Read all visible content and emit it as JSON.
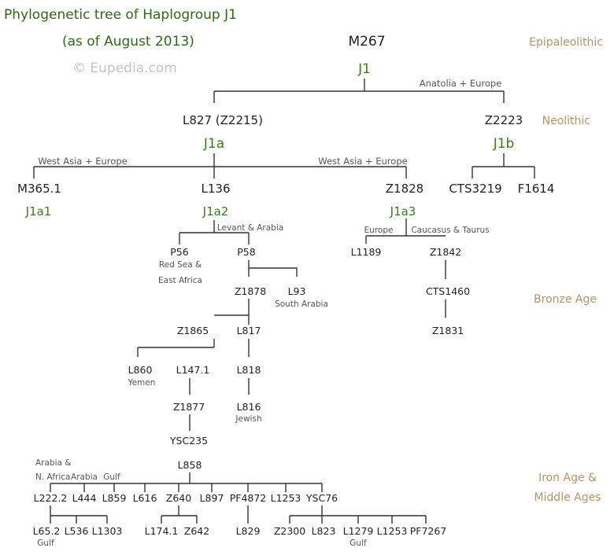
{
  "title": "Phylogenetic tree of Haplogroup J1",
  "subtitle": "(as of August 2013)",
  "copyright": "© Eupedia.com",
  "colors": {
    "title": "#2d6a12",
    "haplogroup": "#3d7d16",
    "period": "#b89463",
    "node": "#222222",
    "region": "#555555",
    "copyright": "#c4c4c4",
    "line": "#333333"
  },
  "periods": {
    "epipaleolithic": "Epipaleolithic",
    "neolithic": "Neolithic",
    "bronze_age": "Bronze Age",
    "iron_age": "Iron Age &",
    "middle_ages": "Middle Ages"
  },
  "haplogroups": {
    "j1": "J1",
    "j1a": "J1a",
    "j1b": "J1b",
    "j1a1": "J1a1",
    "j1a2": "J1a2",
    "j1a3": "J1a3"
  },
  "regions": {
    "anatolia_europe": "Anatolia + Europe",
    "west_asia_europe_left": "West Asia + Europe",
    "west_asia_europe_right": "West Asia + Europe",
    "levant_arabia": "Levant & Arabia",
    "europe": "Europe",
    "caucasus_taurus": "Caucasus & Taurus",
    "red_sea_1": "Red Sea &",
    "red_sea_2": "East Africa",
    "south_arabia": "South Arabia",
    "yemen": "Yemen",
    "jewish": "Jewish",
    "arabia_n_africa_1": "Arabia &",
    "arabia_n_africa_2": "N. Africa",
    "arabia": "Arabia",
    "gulf_l859": "Gulf",
    "gulf_l652": "Gulf",
    "gulf_l1279": "Gulf"
  },
  "nodes": {
    "M267": "M267",
    "L827": "L827 (Z2215)",
    "Z2223": "Z2223",
    "M365_1": "M365.1",
    "L136": "L136",
    "Z1828": "Z1828",
    "CTS3219": "CTS3219",
    "F1614": "F1614",
    "P56": "P56",
    "P58": "P58",
    "L1189": "L1189",
    "Z1842": "Z1842",
    "Z1878": "Z1878",
    "L93": "L93",
    "CTS1460": "CTS1460",
    "Z1865": "Z1865",
    "L817": "L817",
    "Z1831": "Z1831",
    "L860": "L860",
    "L147_1": "L147.1",
    "L818": "L818",
    "Z1877": "Z1877",
    "L816": "L816",
    "YSC235": "YSC235",
    "L858": "L858",
    "L222_2": "L222.2",
    "L444": "L444",
    "L859": "L859",
    "L616": "L616",
    "Z640": "Z640",
    "L897": "L897",
    "PF4872": "PF4872",
    "L1253a": "L1253",
    "YSC76": "YSC76",
    "L65_2": "L65.2",
    "L536": "L536",
    "L1303": "L1303",
    "L174_1": "L174.1",
    "Z642": "Z642",
    "L829": "L829",
    "Z2300": "Z2300",
    "L823": "L823",
    "L1279": "L1279",
    "L1253b": "L1253",
    "PF7267": "PF7267"
  }
}
